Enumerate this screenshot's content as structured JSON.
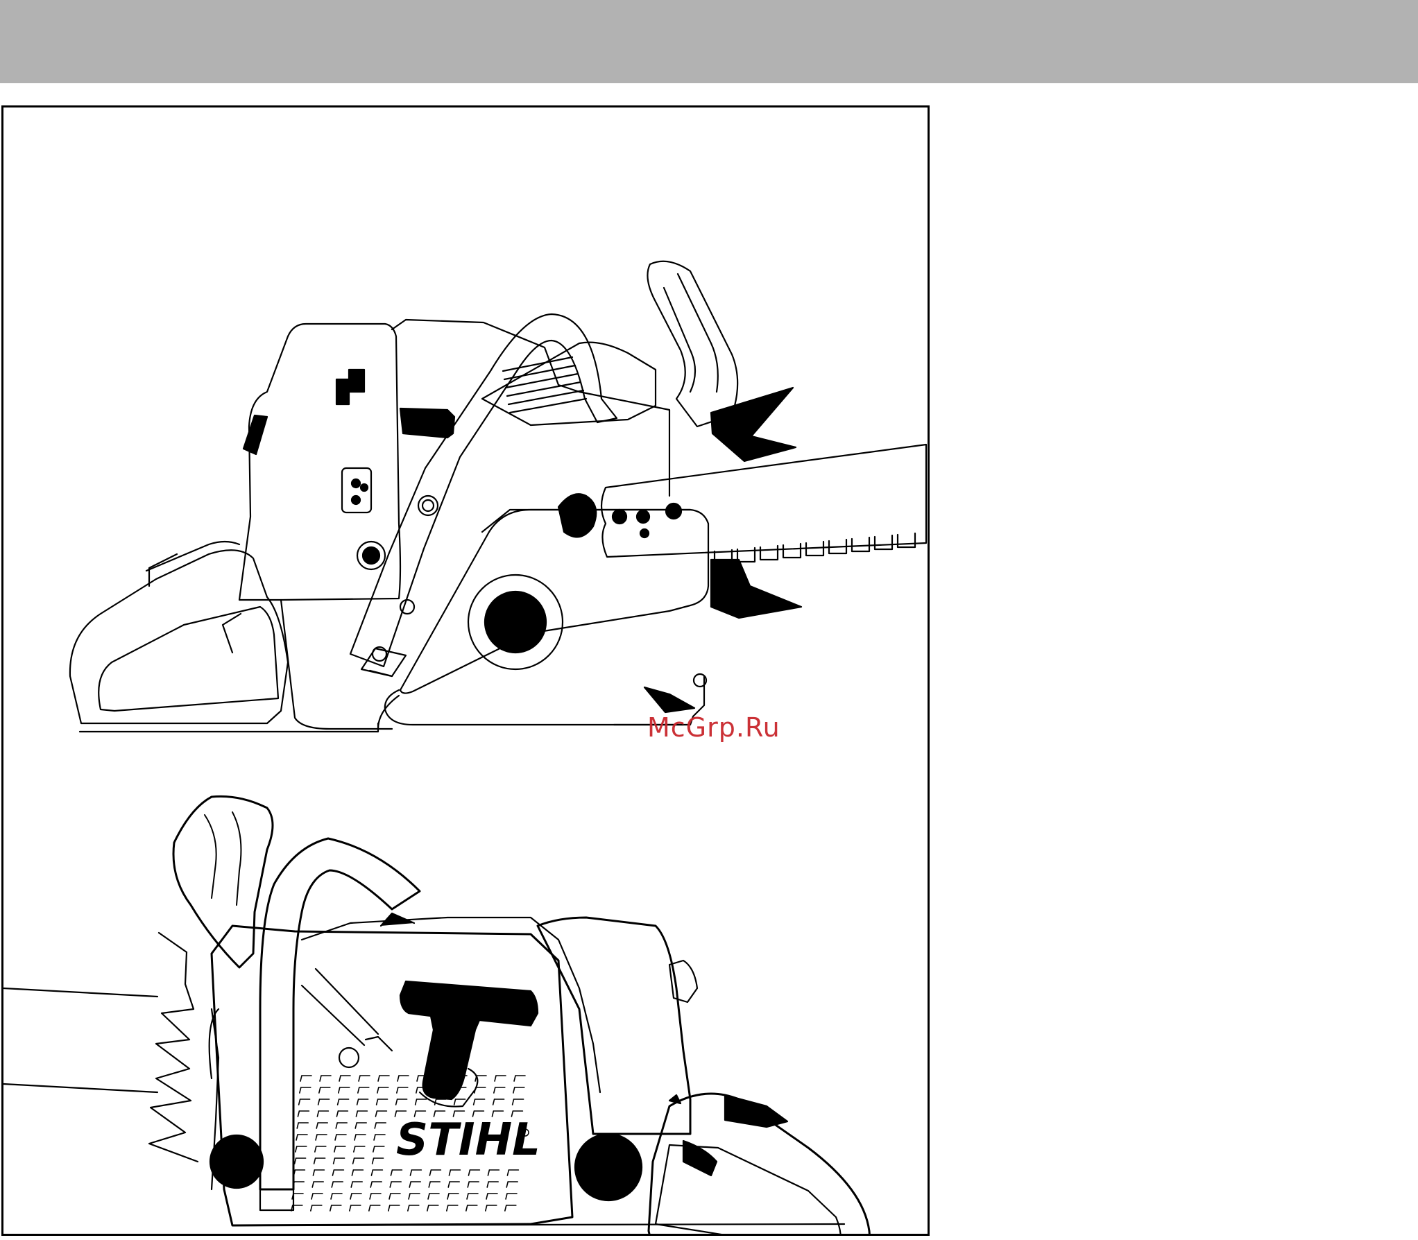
{
  "header": {
    "color": "#b2b2b2"
  },
  "figure": {
    "top_illustration": {
      "subject": "chainsaw-right-side-view"
    },
    "bottom_illustration": {
      "subject": "chainsaw-left-side-view",
      "brand_label": "STIHL"
    }
  },
  "watermark": {
    "text": "McGrp.Ru",
    "color": "#c9262c"
  }
}
